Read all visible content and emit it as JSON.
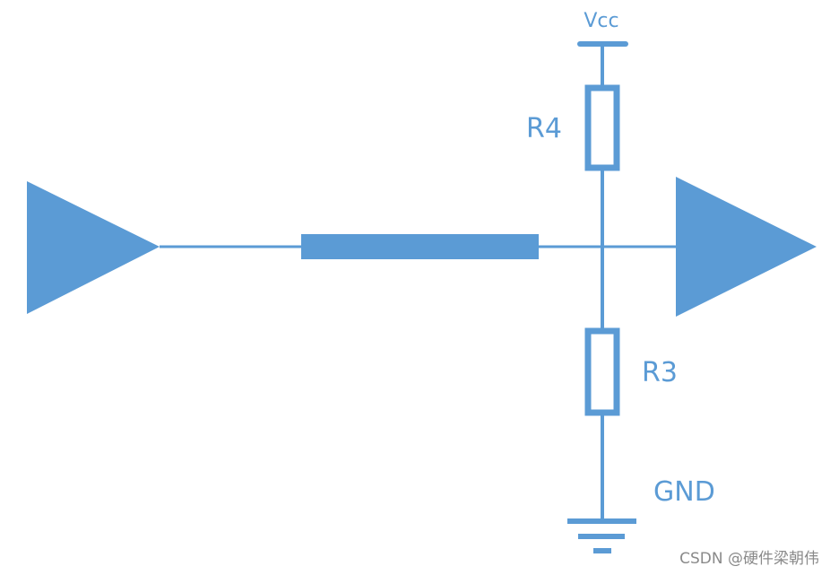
{
  "diagram": {
    "colors": {
      "line": "#5b9bd5",
      "background": "#ffffff",
      "watermark": "#8a8a8a"
    },
    "labels": {
      "vcc": "Vcc",
      "r4": "R4",
      "r3": "R3",
      "gnd": "GND"
    },
    "watermark": "CSDN @硬件梁朝伟",
    "icons": {
      "input": "triangle-right",
      "output": "triangle-right",
      "ground": "ground-symbol"
    }
  }
}
